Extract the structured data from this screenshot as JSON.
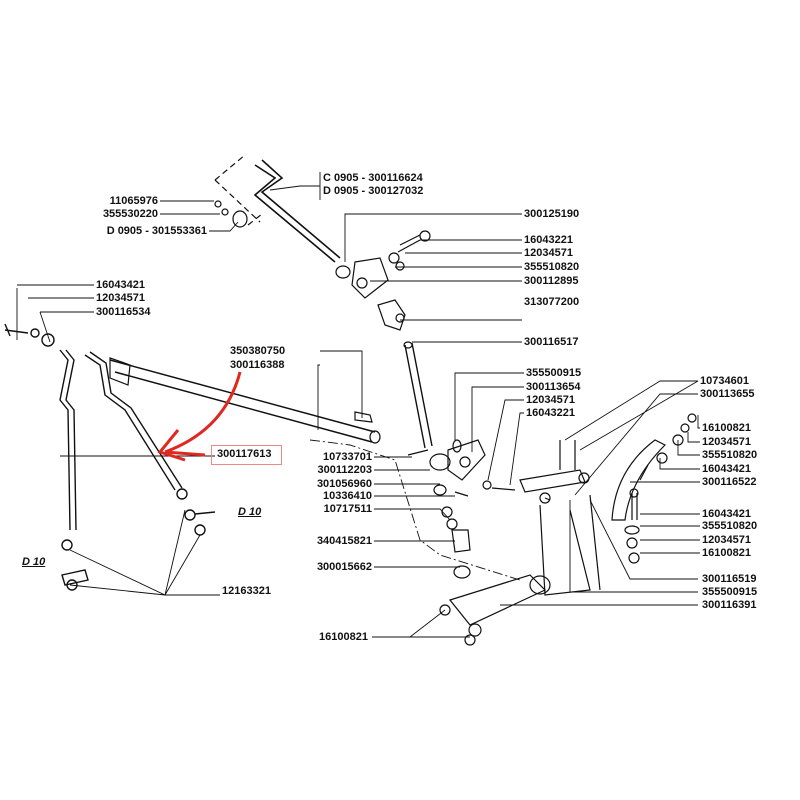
{
  "diagram": {
    "highlight_part": "300117613",
    "highlight_color": "#e0281e",
    "top_group": {
      "variant_c": "C 0905 - 300116624",
      "variant_d": "D 0905 - 300127032",
      "left_labels": [
        "11065976",
        "355530220",
        "D 0905 - 301553361"
      ]
    },
    "left_group": [
      "16043421",
      "12034571",
      "300116534"
    ],
    "rod_labels": [
      "350380750",
      "300116388"
    ],
    "upper_right": [
      "300125190",
      "16043221",
      "12034571",
      "355510820",
      "300112895",
      "313077200",
      "300116517"
    ],
    "mid_right": [
      "355500915",
      "300113654",
      "12034571",
      "16043221"
    ],
    "center_left": [
      "10733701",
      "300112203",
      "301056960",
      "10336410",
      "10717511",
      "340415821",
      "300015662",
      "16100821"
    ],
    "far_right": [
      "10734601",
      "300113655",
      "16100821",
      "12034571",
      "355510820",
      "16043421",
      "300116522",
      "16043421",
      "355510820",
      "12034571",
      "16100821",
      "300116519",
      "355500915",
      "300116391"
    ],
    "d10_a": "D 10",
    "d10_b": "D 10",
    "bottom_left": "12163321"
  }
}
